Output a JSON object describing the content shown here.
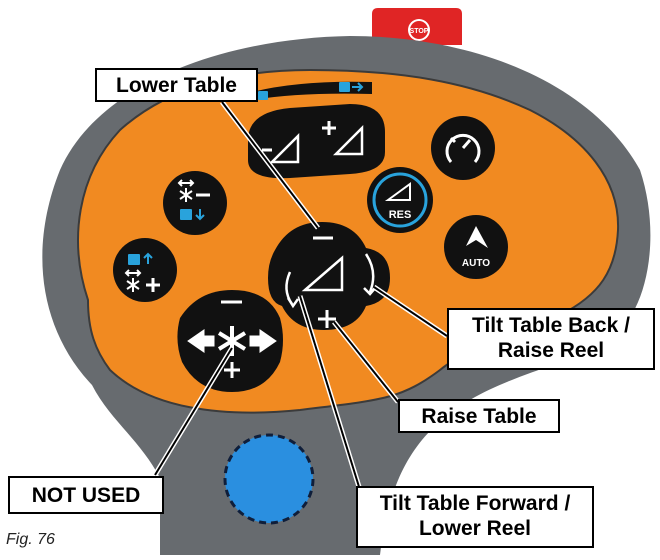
{
  "figure": {
    "label": "Fig. 76"
  },
  "callouts": {
    "lower_table": "Lower Table",
    "tilt_back_line1": "Tilt Table Back /",
    "tilt_back_line2": "Raise Reel",
    "raise_table": "Raise Table",
    "not_used": "NOT USED",
    "tilt_forward_line1": "Tilt Table Forward /",
    "tilt_forward_line2": "Lower Reel"
  },
  "controller": {
    "stop_label": "STOP",
    "res_label": "RES",
    "auto_label": "AUTO",
    "colors": {
      "body": "#f18a21",
      "frame": "#666a6e",
      "button": "#111111",
      "accent": "#29a3dc",
      "stop": "#e02525",
      "knob": "#2a8fe0"
    },
    "icons": [
      "cruise-gauge-icon",
      "res-table-icon",
      "auto-icon",
      "table-angle-icon",
      "reel-speed-icon",
      "reel-arrows-icon",
      "info-icon"
    ]
  }
}
